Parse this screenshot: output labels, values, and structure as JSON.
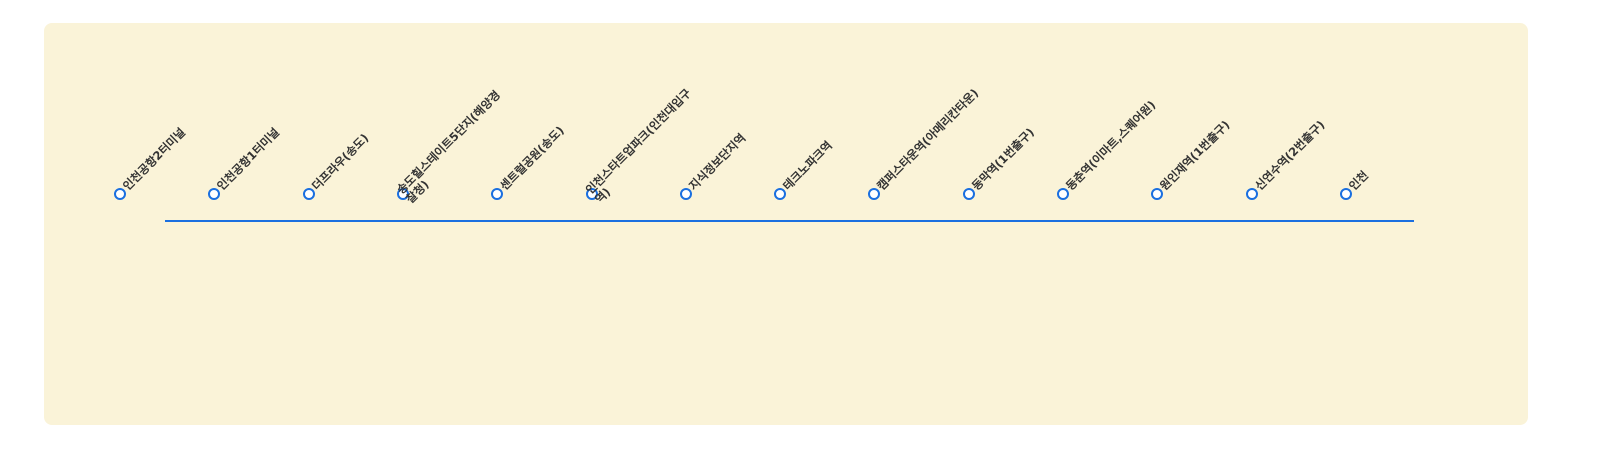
{
  "route": {
    "color": "#1a6fe0",
    "stops": [
      {
        "label": "인천공항2터미널"
      },
      {
        "label": "인천공항1터미널"
      },
      {
        "label": "더프라우(송도)"
      },
      {
        "label": "송도힐스테이트5단지(해양경찰청)"
      },
      {
        "label": "센트럴공원(송도)"
      },
      {
        "label": "인천스타트업파크(인천대입구역)"
      },
      {
        "label": "지식정보단지역"
      },
      {
        "label": "테크노파크역"
      },
      {
        "label": "캠퍼스타운역(아메리칸타운)"
      },
      {
        "label": "동막역(1번출구)"
      },
      {
        "label": "동춘역(이마트,스퀘어원)"
      },
      {
        "label": "원인재역(1번출구)"
      },
      {
        "label": "신연수역(2번출구)"
      },
      {
        "label": "인천"
      }
    ]
  }
}
